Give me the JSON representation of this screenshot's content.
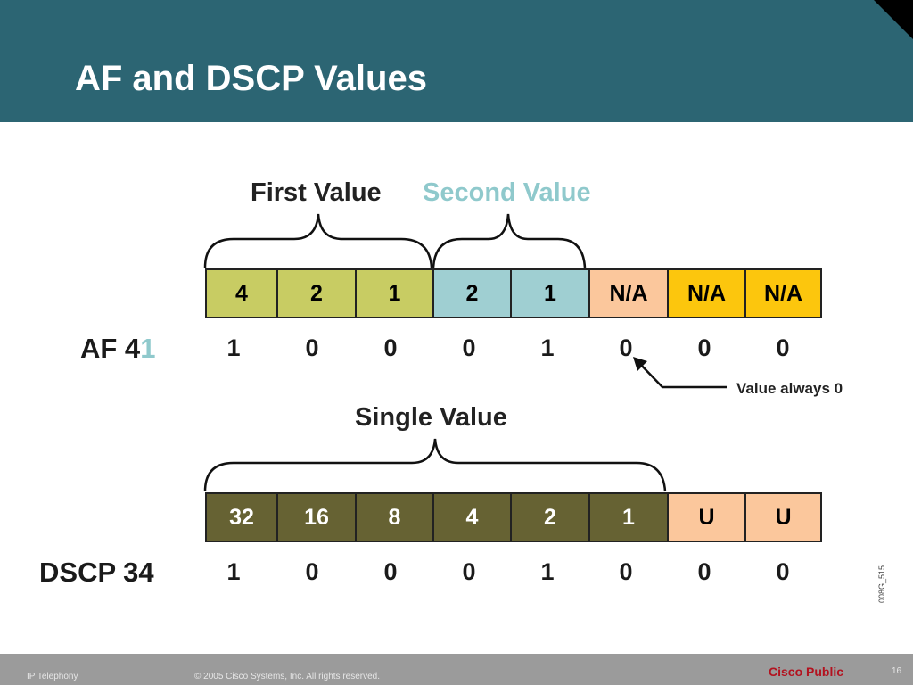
{
  "header": {
    "title": "AF and DSCP Values"
  },
  "af": {
    "brace_first": "First Value",
    "brace_second": "Second Value",
    "label_prefix": "AF 4",
    "label_suffix": "1",
    "cells": [
      "4",
      "2",
      "1",
      "2",
      "1",
      "N/A",
      "N/A",
      "N/A"
    ],
    "bits": [
      "1",
      "0",
      "0",
      "0",
      "1",
      "0",
      "0",
      "0"
    ],
    "annotation": "Value always 0"
  },
  "dscp": {
    "brace_single": "Single Value",
    "label": "DSCP 34",
    "cells": [
      "32",
      "16",
      "8",
      "4",
      "2",
      "1",
      "U",
      "U"
    ],
    "bits": [
      "1",
      "0",
      "0",
      "0",
      "1",
      "0",
      "0",
      "0"
    ]
  },
  "figure_id": "008G_515",
  "footer": {
    "left": "IP Telephony",
    "copyright": "© 2005 Cisco Systems, Inc. All rights reserved.",
    "classification": "Cisco Public",
    "page": "16"
  },
  "colors": {
    "header_bg": "#2c6573",
    "af_first": "#c8cc63",
    "af_second": "#9fcfd2",
    "af_na_peach": "#fbc79c",
    "af_na_yellow": "#fcc60d",
    "dscp_single": "#666233",
    "dscp_u": "#fbc79c",
    "teal_text": "#8fc9cc"
  }
}
